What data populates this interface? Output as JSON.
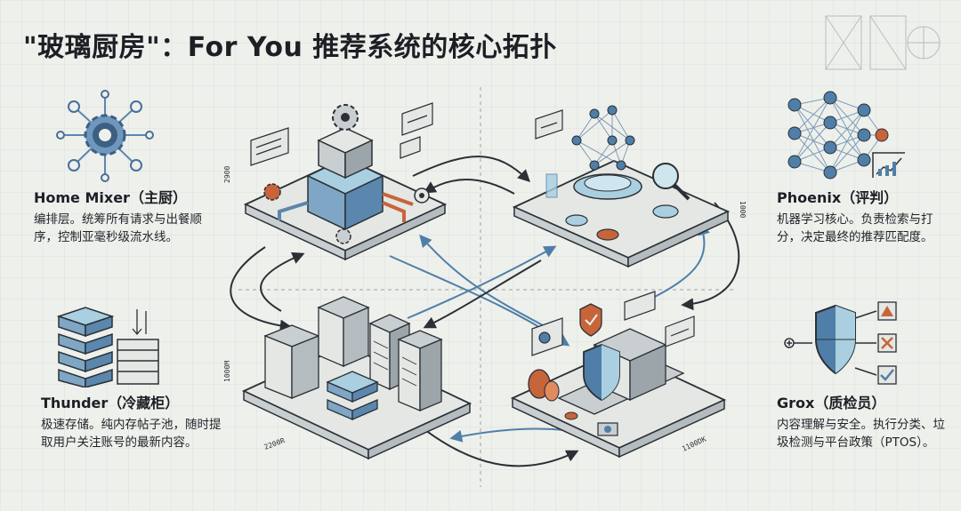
{
  "title": "\"玻璃厨房\"：For You 推荐系统的核心拓扑",
  "modules": {
    "home_mixer": {
      "name": "Home Mixer（主厨）",
      "desc": "编排层。统筹所有请求与出餐顺序，控制亚毫秒级流水线。"
    },
    "phoenix": {
      "name": "Phoenix（评判）",
      "desc": "机器学习核心。负责检索与打分，决定最终的推荐匹配度。"
    },
    "thunder": {
      "name": "Thunder（冷藏柜）",
      "desc": "极速存储。纯内存帖子池，随时提取用户关注账号的最新内容。"
    },
    "grox": {
      "name": "Grox（质检员）",
      "desc": "内容理解与安全。执行分类、垃圾检测与平台政策（PTOS）。"
    }
  },
  "dimension_labels": {
    "top_left": "2900",
    "left_middle": "1000M",
    "bottom_left": "2200R",
    "top_right": "1000",
    "bottom_right": "1100DK"
  },
  "colors": {
    "ink": "#2b3036",
    "blue": "#4f7fa8",
    "light_blue": "#a9cfe0",
    "orange": "#c8643a",
    "panel": "#e4e7e3"
  },
  "icons": [
    "gear-network-icon",
    "neural-network-icon",
    "server-stack-icon",
    "shield-icon",
    "warning-icon",
    "blocked-icon",
    "check-icon"
  ]
}
